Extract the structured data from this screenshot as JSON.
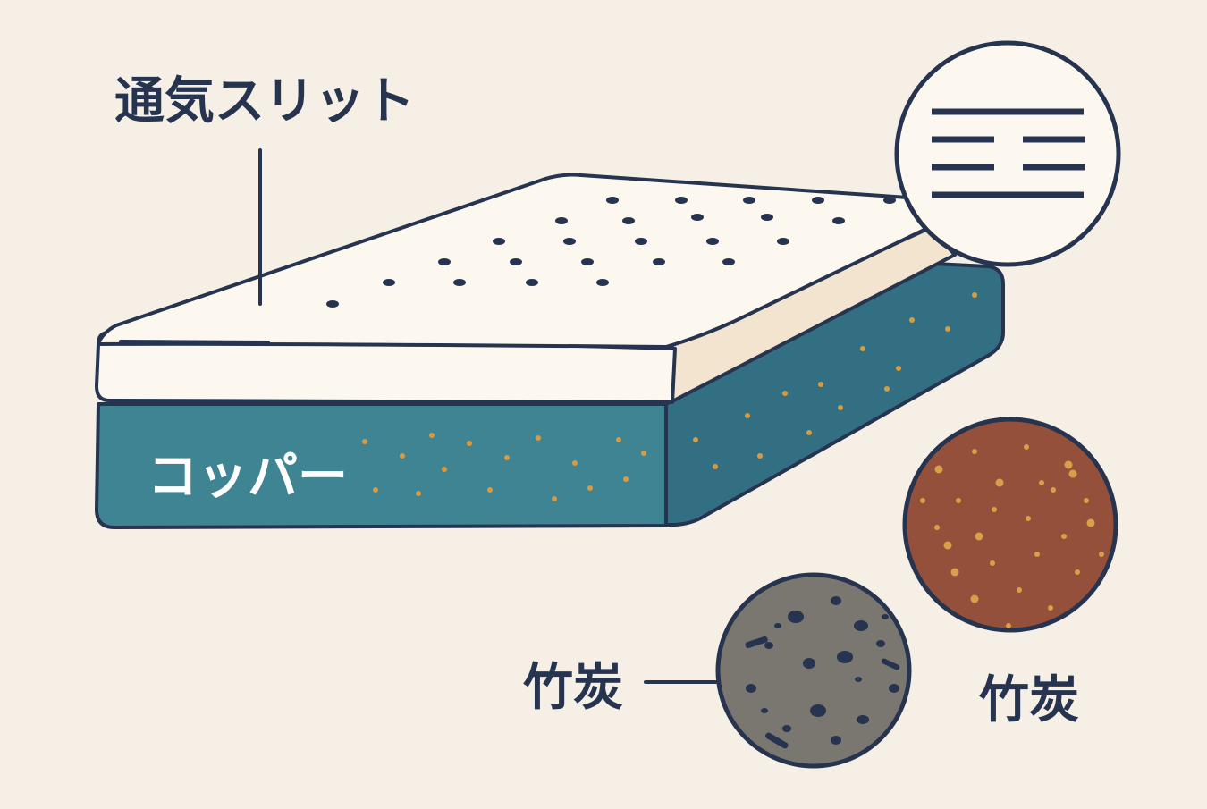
{
  "labels": {
    "vent_slit": "通気スリット",
    "copper": "コッパー",
    "bamboo_left": "竹炭",
    "bamboo_right": "竹炭"
  },
  "colors": {
    "background": "#f5efe6",
    "outline": "#26344f",
    "top_layer": "#fcf8ef",
    "top_layer_side": "#f2e4cf",
    "copper_layer": "#3e8493",
    "copper_layer_side": "#336f82",
    "copper_dots": "#d99a40",
    "copper_swatch": "#94503a",
    "charcoal_swatch": "#7a7670"
  },
  "icons": {
    "zoom_slit": "slit-pattern-icon",
    "copper_swatch": "copper-texture-icon",
    "charcoal_swatch": "charcoal-texture-icon"
  }
}
